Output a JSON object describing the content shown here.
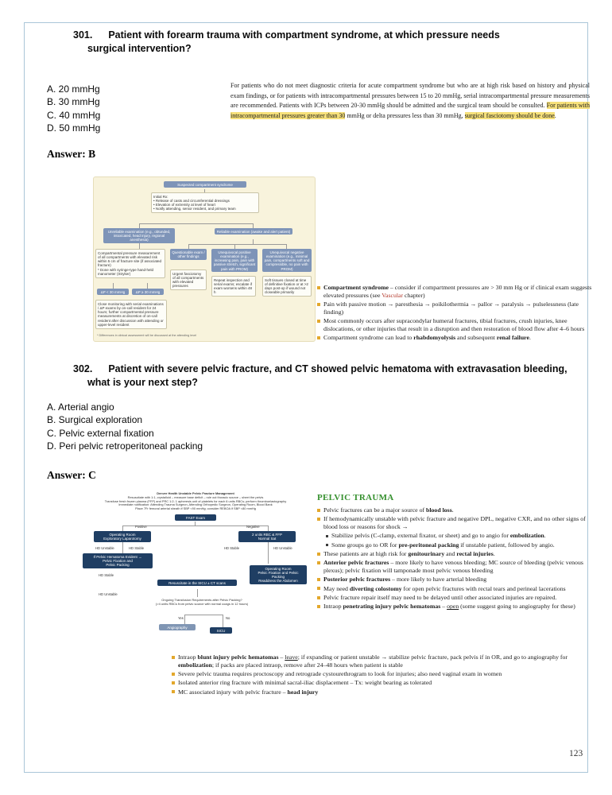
{
  "page": {
    "number": "123"
  },
  "colors": {
    "highlight": "#f6e07a",
    "bullet_marker": "#e3a82c",
    "heading_green": "#35902e",
    "flowchart_navy": "#1f3e63",
    "flowchart_blue": "#7e94b8",
    "flowchart_bg": "#f8f3dc",
    "page_border": "#aac6d8"
  },
  "q301": {
    "number": "301.",
    "text": "Patient with forearm trauma with compartment syndrome, at which pressure needs surgical intervention?",
    "options": [
      "A. 20 mmHg",
      "B. 30 mmHg",
      "C. 40 mmHg",
      "D. 50 mmHg"
    ],
    "answer": "Answer: B",
    "excerpt": {
      "segments": [
        {
          "t": "For patients who do not meet diagnostic criteria for acute compartment syndrome but who are at high risk based on history and physical exam findings, or for patients with intracompartmental pressures between 15 to 20 mmHg, serial intracompartmental pressure measurements are recommended. Patients with ICPs between 20-30 mmHg should be admitted and the surgical team should be consulted. "
        },
        {
          "t": "For patients with intracompartmental pressures greater than 30",
          "c": "hl"
        },
        {
          "t": " mmHg or delta pressures less than 30 mmHg, "
        },
        {
          "t": "surgical fasciotomy should be done",
          "c": "hl"
        },
        {
          "t": "."
        }
      ]
    }
  },
  "q302": {
    "number": "302.",
    "text": "Patient with severe pelvic fracture, and CT showed pelvic hematoma with extravasation bleeding, what is your next step?",
    "options": [
      "A. Arterial angio",
      "B. Surgical exploration",
      "C. Pelvic external fixation",
      "D. Peri pelvic retroperitoneal packing"
    ],
    "answer": "Answer: C"
  },
  "compartment_notes": {
    "bullets": [
      {
        "segments": [
          {
            "t": "Compartment syndrome",
            "b": true
          },
          {
            "t": " – consider if compartment pressures are > 30 mm Hg or if clinical exam suggests elevated pressures (see "
          },
          {
            "t": "Vascular",
            "c": "red"
          },
          {
            "t": " chapter)"
          }
        ]
      },
      {
        "segments": [
          {
            "t": "Pain with passive motion → paresthesia → poikilothermia → pallor → paralysis → pulselessness (late finding)"
          }
        ]
      },
      {
        "segments": [
          {
            "t": "Most commonly occurs after supracondylar humeral fractures, tibial fractures, crush injuries, knee dislocations, or other injuries that result in a disruption and then restoration of blood flow after 4–6 hours"
          }
        ]
      },
      {
        "segments": [
          {
            "t": "Compartment syndrome can lead to "
          },
          {
            "t": "rhabdomyolysis",
            "b": true
          },
          {
            "t": " and subsequent "
          },
          {
            "t": "renal failure",
            "b": true
          },
          {
            "t": "."
          }
        ]
      }
    ]
  },
  "pelvic_notes": {
    "heading": "PELVIC TRAUMA",
    "bullets": [
      {
        "segments": [
          {
            "t": "Pelvic fractures can be a major source of "
          },
          {
            "t": "blood loss",
            "b": true
          },
          {
            "t": "."
          }
        ]
      },
      {
        "segments": [
          {
            "t": "If hemodynamically unstable with pelvic fracture and negative DPL, negative CXR, and no other signs of blood loss or reasons for shock →"
          }
        ]
      },
      {
        "segments": [
          {
            "t": "Stabilize pelvis (C-clamp, external fixator, or sheet) and go to angio for "
          },
          {
            "t": "embolization",
            "b": true
          },
          {
            "t": "."
          }
        ]
      },
      {
        "segments": [
          {
            "t": "Some groups go to OR for "
          },
          {
            "t": "pre-peritoneal packing",
            "b": true
          },
          {
            "t": " if unstable patient, followed by angio."
          }
        ]
      },
      {
        "segments": [
          {
            "t": "These patients are at high risk for "
          },
          {
            "t": "genitourinary",
            "b": true
          },
          {
            "t": " and "
          },
          {
            "t": "rectal injuries",
            "b": true
          },
          {
            "t": "."
          }
        ]
      },
      {
        "segments": [
          {
            "t": "Anterior pelvic fractures",
            "b": true
          },
          {
            "t": " – more likely to have venous bleeding; MC source of bleeding (pelvic venous plexus); pelvic fixation will tamponade most pelvic venous bleeding"
          }
        ]
      },
      {
        "segments": [
          {
            "t": "Posterior pelvic fractures",
            "b": true
          },
          {
            "t": " – more likely to have arterial bleeding"
          }
        ]
      },
      {
        "segments": [
          {
            "t": "May need "
          },
          {
            "t": "diverting colostomy",
            "b": true
          },
          {
            "t": " for open pelvic fractures with rectal tears and perineal lacerations"
          }
        ]
      },
      {
        "segments": [
          {
            "t": "Pelvic fracture repair itself may need to be delayed until other associated injuries are repaired."
          }
        ]
      },
      {
        "segments": [
          {
            "t": "Intraop "
          },
          {
            "t": "penetrating injury pelvic hematomas",
            "b": true
          },
          {
            "t": " – "
          },
          {
            "t": "open",
            "u": true
          },
          {
            "t": " (some suggest going to angiography for these)"
          }
        ]
      }
    ]
  },
  "bottom_notes": {
    "bullets": [
      {
        "segments": [
          {
            "t": "Intraop "
          },
          {
            "t": "blunt injury pelvic hematomas",
            "b": true
          },
          {
            "t": " – "
          },
          {
            "t": "leave",
            "u": true
          },
          {
            "t": "; if expanding or patient unstable → stabilize pelvic fracture, pack pelvis if in OR, and go to angiography for "
          },
          {
            "t": "embolization",
            "b": true
          },
          {
            "t": "; if packs are placed intraop, remove after 24–48 hours when patient is stable"
          }
        ]
      },
      {
        "segments": [
          {
            "t": "Severe pelvic trauma requires proctoscopy and retrograde cystourethrogram to look for injuries; also need vaginal exam in women"
          }
        ]
      },
      {
        "segments": [
          {
            "t": "Isolated anterior ring fracture with minimal sacral-iliac displacement – Tx: weight bearing as tolerated"
          }
        ]
      },
      {
        "segments": [
          {
            "t": "MC associated injury with pelvic fracture – "
          },
          {
            "t": "head injury",
            "b": true
          }
        ]
      }
    ]
  },
  "flowchart1": {
    "n1": "Suspected compartment syndrome",
    "n2": "Initial Rx:\n• Release of casts and circumferential dressings\n• Elevation of extremity at level of heart\n• Notify attending, senior resident, and primary team",
    "n3": "Unreliable examination (e.g., obtunded, intoxicated, head injury, regional anesthesia)",
    "n4": "Reliable examination (awake and alert patient)",
    "n5": "Compartmental pressure measurement of all compartments with elevated risk within 5 cm of fracture site (if associated fracture)\n* Done with syringe-type hand-held manometer (Stryker)",
    "n6": "Questionable exam / other findings",
    "n7": "Unequivocal positive examination (e.g., increasing pain, pain with passive stretch, significant pain with PROM)",
    "n8": "Unequivocal negative examination (e.g., minimal pain, compartments soft and compressible, no pain with PROM)",
    "n9": "ΔP < 30 mmHg",
    "n10": "ΔP ≥ 30 mmHg",
    "n11": "Close monitoring with serial examinations / ΔP exams by on-call resident for 24 hours; further compartmental pressure measurements at discretion of on-call resident after discussion with attending or upper-level resident",
    "n12": "Urgent fasciotomy of all compartments with elevated pressures",
    "n13": "Repeat inspection and serial exams; escalate if exam worsens within 48 h",
    "n14": "Soft tissues closed at time of definitive fixation or at >2 days post-op if wound not closeable primarily",
    "footnote": "* Differences in clinical assessment will be discussed at the attending level"
  },
  "flowchart2": {
    "header": [
      "Denver Health Unstable Pelvic Fracture Management",
      "Resuscitate with 1:1, crystalloid – measure base deficit – rule out thoracic source – sheet the pelvis",
      "Transfuse fresh frozen plasma (FFP) and PRC 1:2; 1 apheresis unit of platelets for each 6 units RBCs; perform thromboelastography",
      "Immediate notification: Attending Trauma Surgeon, Attending Orthopedic Surgeon, Operating Room, Blood Bank",
      "Place 7Fr femoral arterial sheath if SBP <90 mmHg; consider REBOA if SBP <80 mmHg"
    ],
    "fast": "FAST Exam",
    "positive": "Positive",
    "negative": "Negative",
    "or_lap": "Operating Room\nExploratory Laparotomy",
    "rbc": "2 units RBC & FFP\nNormal Sat",
    "hd_unstable": "HD Unstable",
    "hd_stable": "HD Stable",
    "hematoma": "If Pelvic Hematoma Evident →\nPelvic Fixation and\nPelvic Packing",
    "sicu_ct": "Resuscitate in the SICU ± CT scans",
    "or_fix": "Operating Room\nPelvic Fixation and Pelvic Packing\nReaddress the Abdomen",
    "transfusion_q": "Ongoing Transfusion Requirements after Pelvic Packing?\n(>4 units RBCs from pelvic source with normal coags in 12 hours)",
    "yes": "Yes",
    "no": "No",
    "angio": "Angiography",
    "sicu": "SICU"
  }
}
